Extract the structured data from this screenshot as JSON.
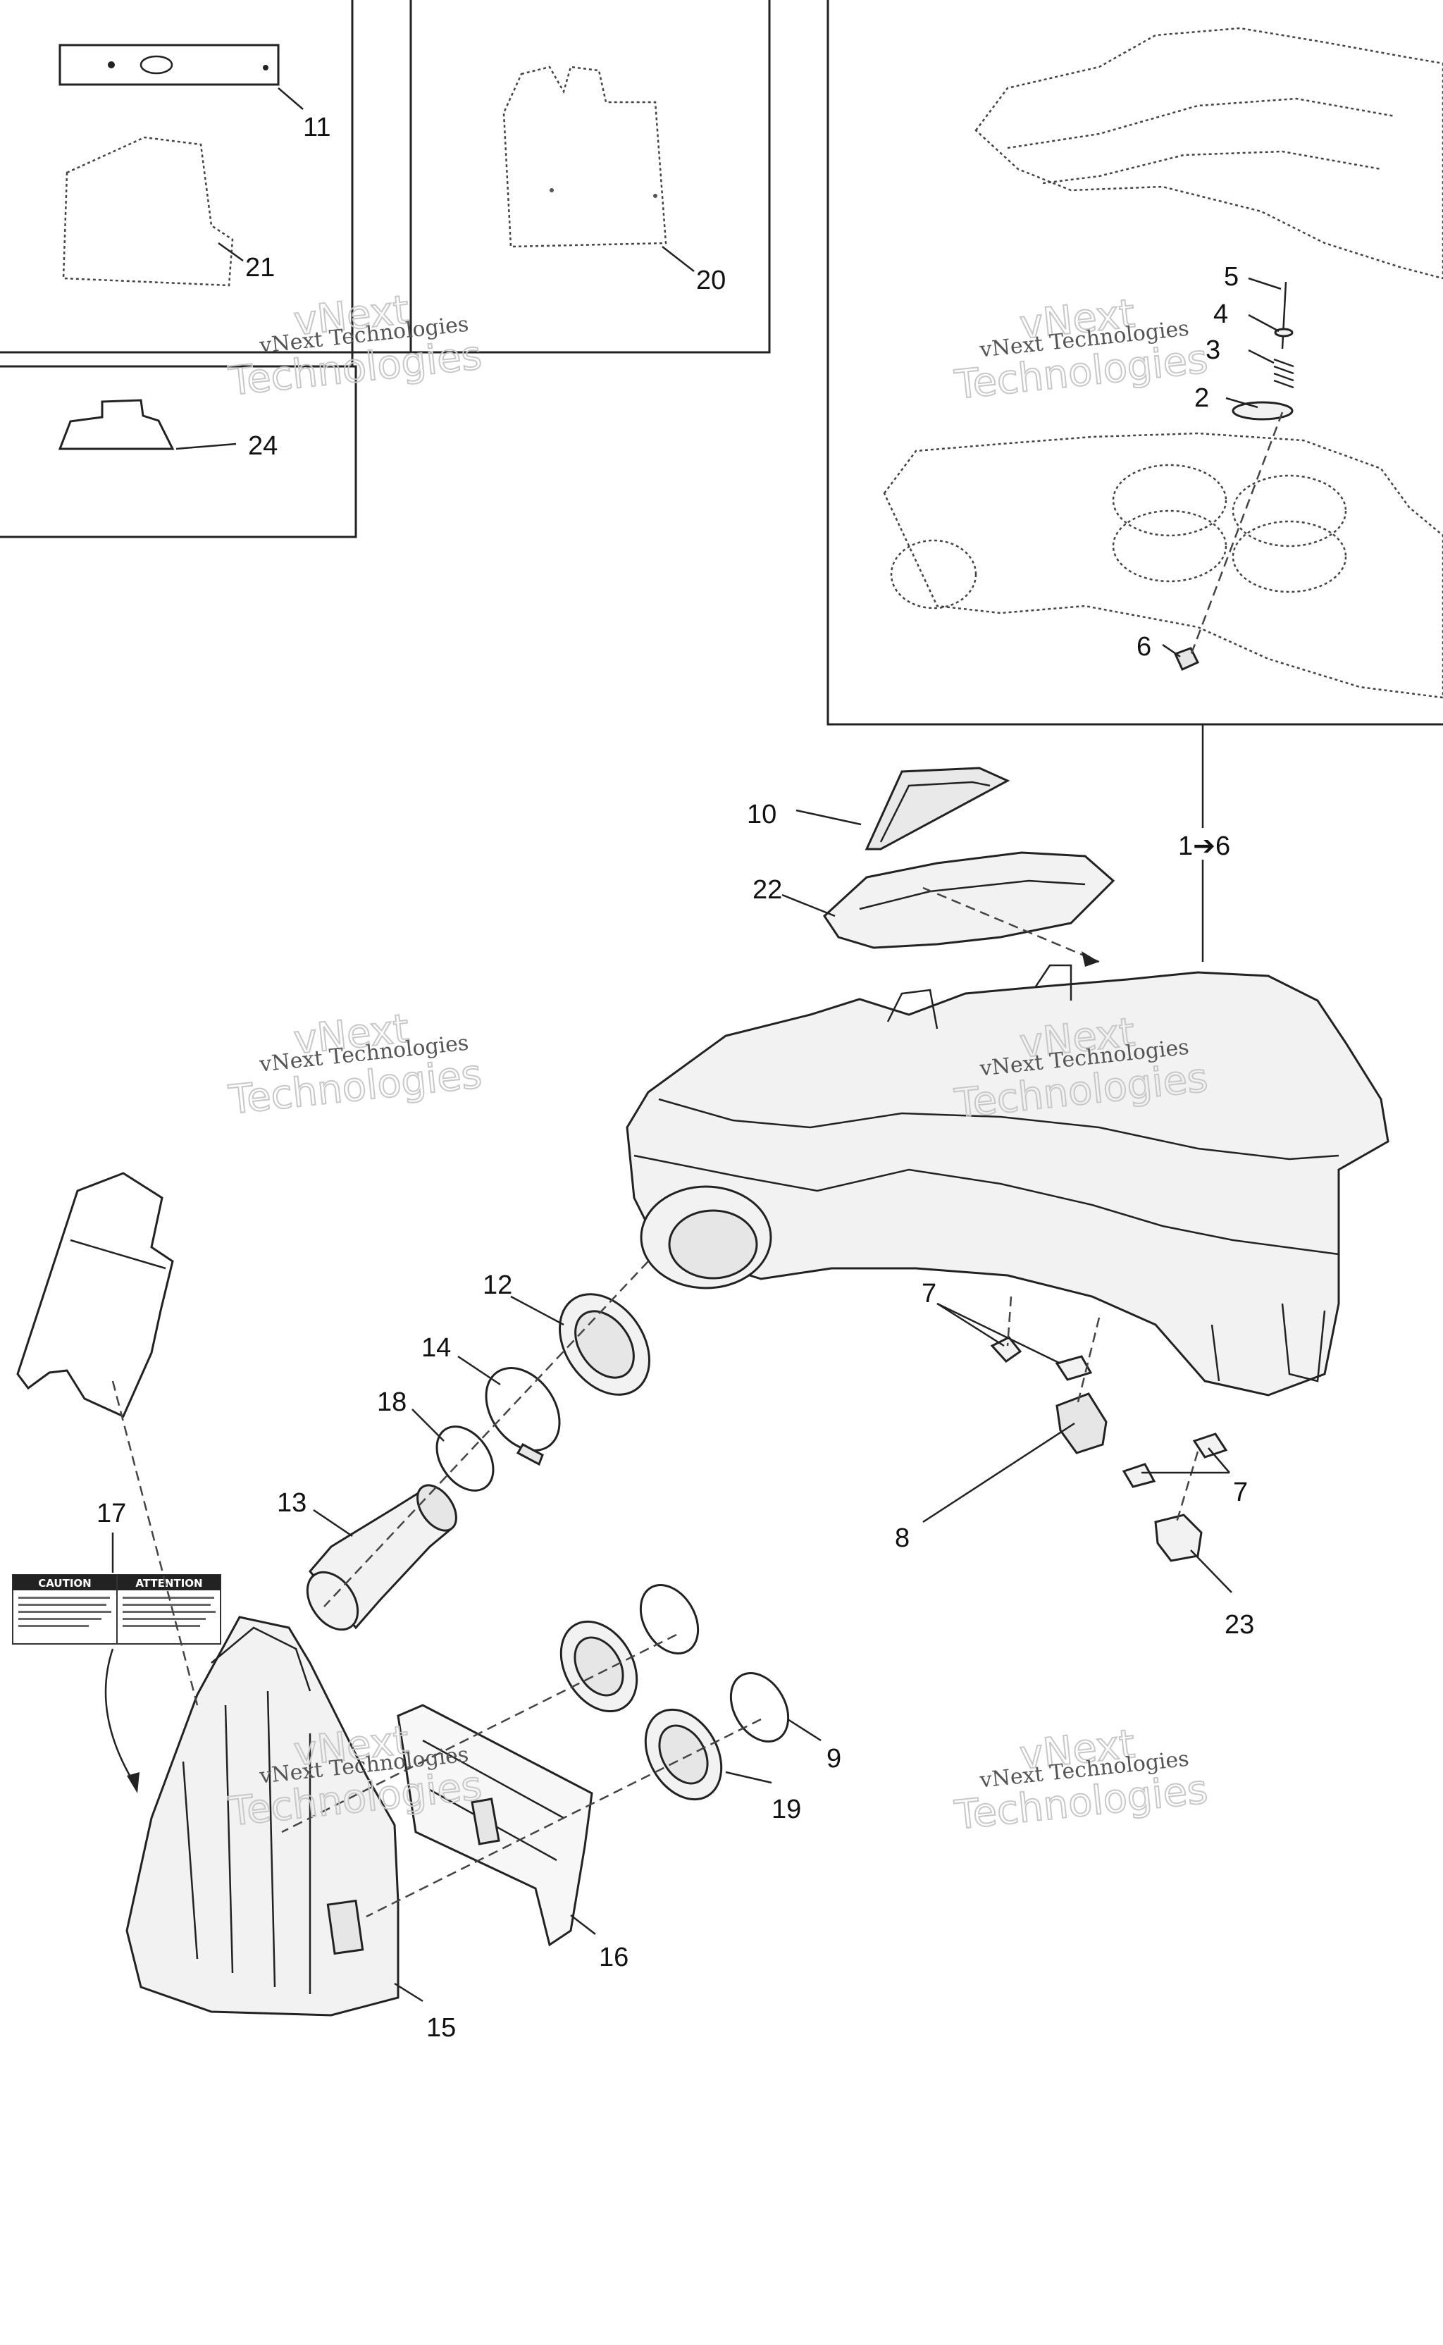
{
  "watermark": {
    "line1": "vNext Technologies",
    "line2": "vNext",
    "line3": "Technologies"
  },
  "callouts": {
    "c1to6": "1➔6",
    "c2": "2",
    "c3": "3",
    "c4": "4",
    "c5": "5",
    "c6": "6",
    "c7a": "7",
    "c7b": "7",
    "c8": "8",
    "c9": "9",
    "c10": "10",
    "c11": "11",
    "c12": "12",
    "c13": "13",
    "c14": "14",
    "c15": "15",
    "c16": "16",
    "c17": "17",
    "c18": "18",
    "c19": "19",
    "c20": "20",
    "c21": "21",
    "c22": "22",
    "c23": "23",
    "c24": "24"
  },
  "decal": {
    "caution": "CAUTION",
    "attention": "ATTENTION"
  }
}
